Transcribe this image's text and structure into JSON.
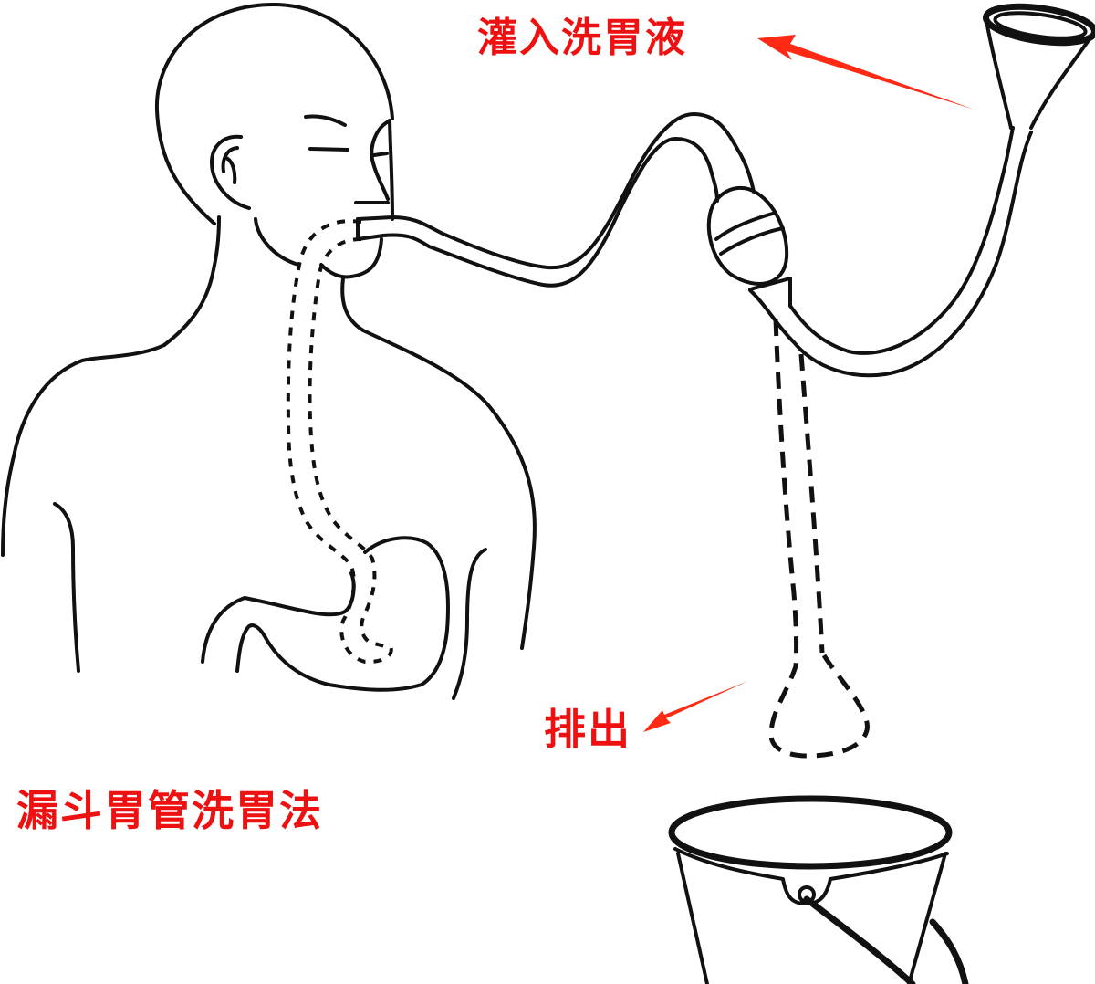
{
  "diagram": {
    "title": "漏斗胃管洗胃法",
    "labels": {
      "inflow": "灌入洗胃液",
      "outflow": "排出"
    },
    "components": [
      {
        "name": "patient",
        "icon": "human-head-torso-outline"
      },
      {
        "name": "stomach",
        "icon": "stomach-outline"
      },
      {
        "name": "gastric-tube",
        "icon": "dashed-tube-in-esophagus"
      },
      {
        "name": "rubber-bulb",
        "icon": "suction-bulb"
      },
      {
        "name": "funnel",
        "icon": "funnel"
      },
      {
        "name": "drain-loop",
        "icon": "dashed-tube-loop"
      },
      {
        "name": "bucket",
        "icon": "bucket"
      }
    ],
    "arrows": [
      {
        "name": "inflow-arrow",
        "points_to": "inflow"
      },
      {
        "name": "outflow-arrow",
        "points_to": "outflow"
      }
    ],
    "colors": {
      "label": "#ee1111",
      "arrow": "#ff2a14",
      "line": "#111111",
      "background": "#ffffff"
    }
  }
}
